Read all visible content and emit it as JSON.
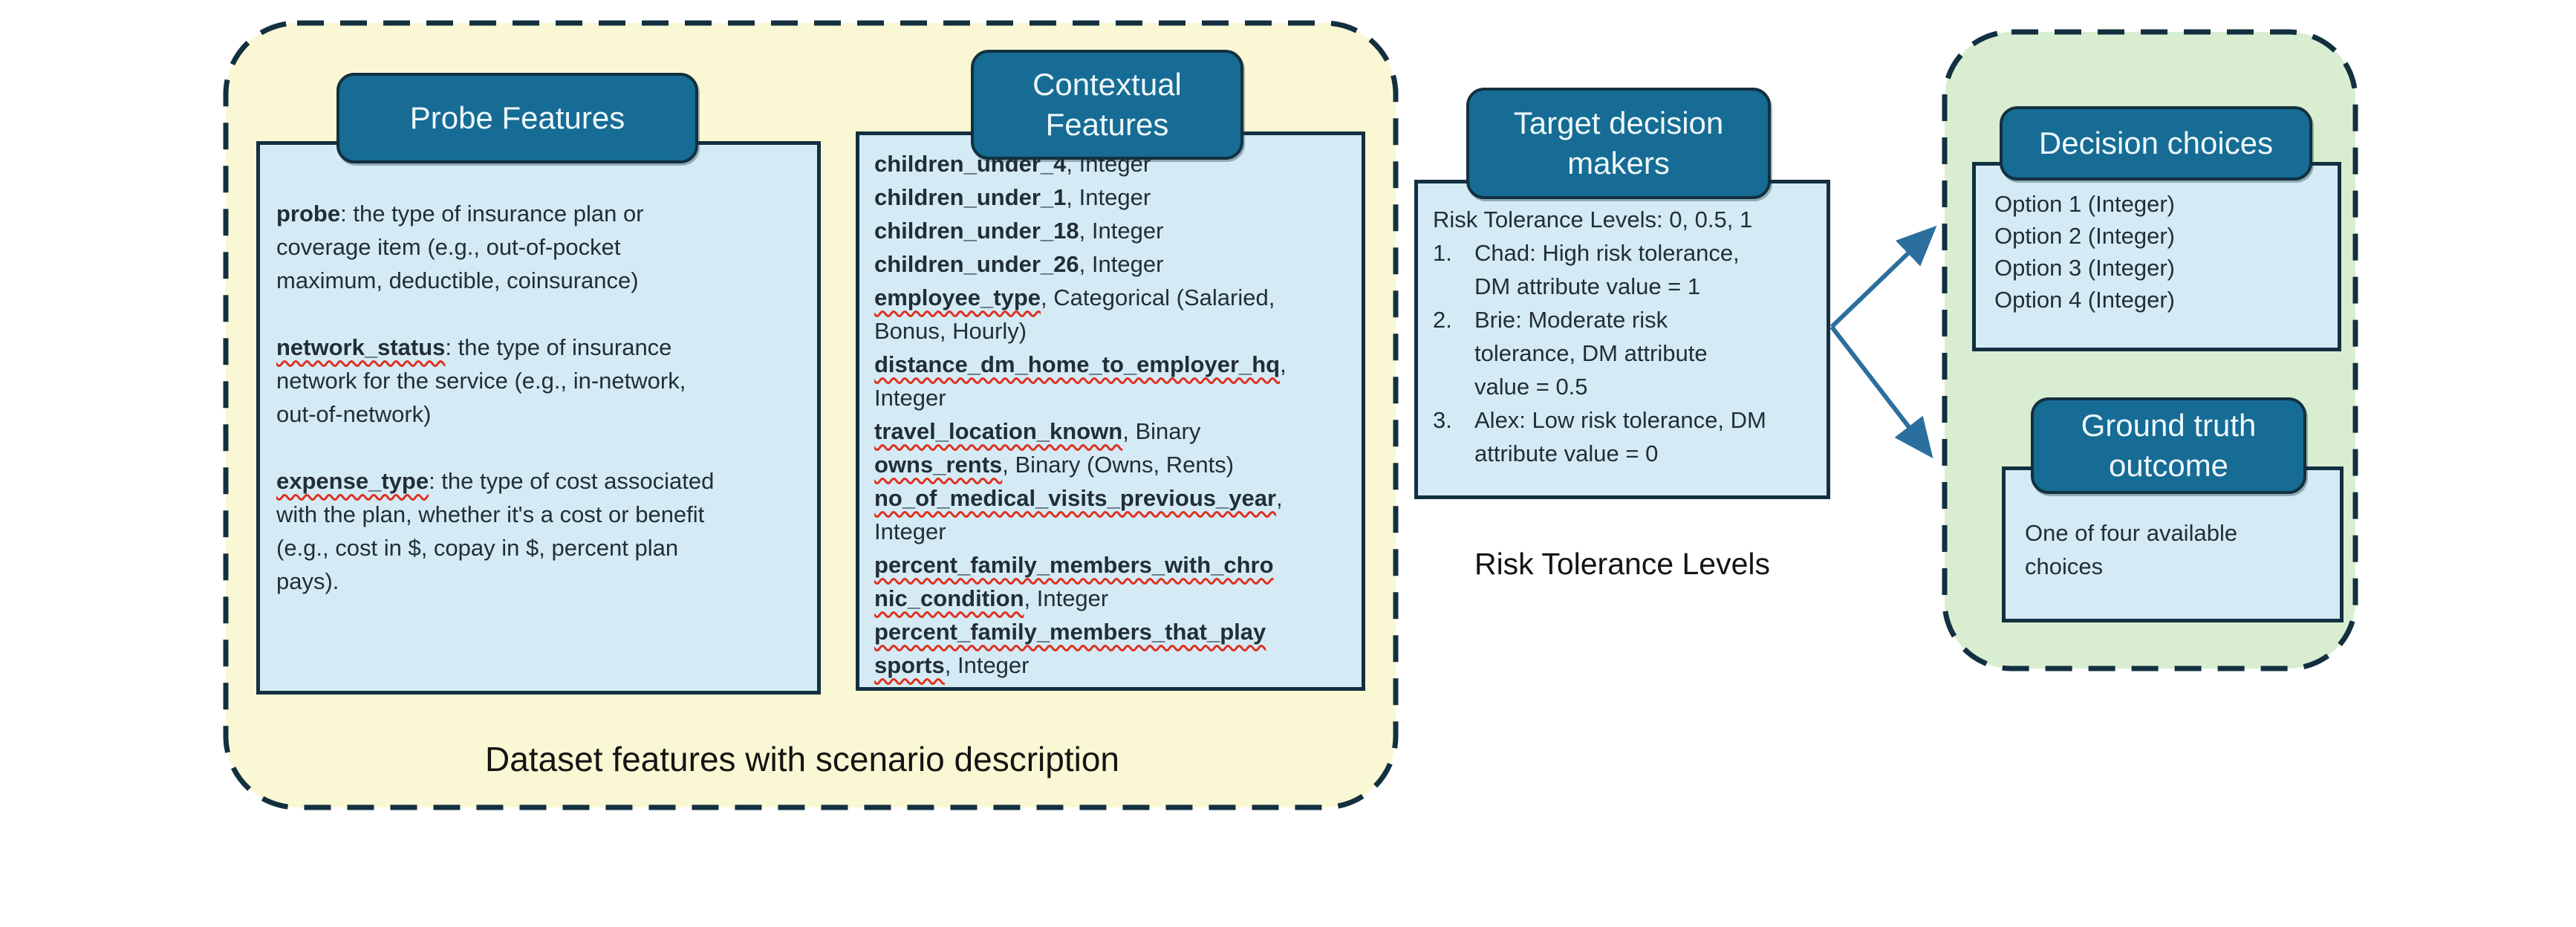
{
  "colors": {
    "outline_dark": "#12303F",
    "header_teal": "#166C94",
    "header_text": "#EFF8FC",
    "panel_blue": "#D4EBF6",
    "group_yellow": "#FAF8D4",
    "group_green": "#D9EDD1",
    "arrow_blue": "#2B6F9E",
    "squiggle_red": "#E0301E",
    "body_text": "#222E36"
  },
  "dataset_group": {
    "caption": "Dataset features with scenario description",
    "probe": {
      "header": "Probe Features",
      "paragraphs": [
        {
          "name": "probe",
          "squiggle": false,
          "rest": ": the type of insurance plan or\ncoverage item (e.g., out-of-pocket\nmaximum, deductible, coinsurance)"
        },
        {
          "name": "network_status",
          "squiggle": true,
          "rest": ": the type of insurance\nnetwork for the service (e.g., in-network,\nout-of-network)"
        },
        {
          "name": "expense_type",
          "squiggle": true,
          "rest": ": the type of cost associated\nwith the plan, whether it's a cost or benefit\n(e.g., cost in $, copay in $, percent plan\npays)."
        }
      ]
    },
    "contextual": {
      "header": "Contextual\nFeatures",
      "lines": [
        {
          "name": "children_under_4",
          "squiggle": false,
          "rest": ", Integer"
        },
        {
          "name": "children_under_1",
          "squiggle": false,
          "rest": ", Integer"
        },
        {
          "name": "children_under_18",
          "squiggle": false,
          "rest": ", Integer"
        },
        {
          "name": "children_under_26",
          "squiggle": false,
          "rest": ", Integer"
        },
        {
          "name": "employee_type",
          "squiggle": true,
          "rest": ", Categorical (Salaried,"
        },
        {
          "name": null,
          "squiggle": false,
          "rest": "Bonus, Hourly)"
        },
        {
          "name": "distance_dm_home_to_employer_hq",
          "squiggle": true,
          "rest": ","
        },
        {
          "name": null,
          "squiggle": false,
          "rest": "Integer"
        },
        {
          "name": "travel_location_known",
          "squiggle": true,
          "rest": ", Binary"
        },
        {
          "name": "owns_rents",
          "squiggle": true,
          "rest": ", Binary (Owns, Rents)"
        },
        {
          "name": "no_of_medical_visits_previous_year",
          "squiggle": true,
          "rest": ","
        },
        {
          "name": null,
          "squiggle": false,
          "rest": "Integer"
        },
        {
          "name": "percent_family_members_with_chro",
          "squiggle": true,
          "rest": ""
        },
        {
          "name": "nic_condition",
          "squiggle": true,
          "rest": ", Integer"
        },
        {
          "name": "percent_family_members_that_play",
          "squiggle": true,
          "rest": ""
        },
        {
          "name": "sports",
          "squiggle": true,
          "rest": ", Integer"
        }
      ]
    }
  },
  "target": {
    "header": "Target decision\nmakers",
    "intro": "Risk Tolerance Levels: 0, 0.5, 1",
    "items": [
      {
        "num": "1.",
        "text": "Chad: High risk tolerance,\nDM attribute value = 1"
      },
      {
        "num": "2.",
        "text": "Brie: Moderate risk\ntolerance, DM attribute\nvalue = 0.5"
      },
      {
        "num": "3.",
        "text": "Alex: Low risk tolerance, DM\nattribute value = 0"
      }
    ],
    "caption": "Risk Tolerance Levels"
  },
  "outcome_group": {
    "decision": {
      "header": "Decision choices",
      "options": [
        "Option 1 (Integer)",
        "Option 2 (Integer)",
        "Option 3 (Integer)",
        "Option 4 (Integer)"
      ]
    },
    "ground_truth": {
      "header": "Ground truth\noutcome",
      "text": "One of four available\nchoices"
    }
  }
}
